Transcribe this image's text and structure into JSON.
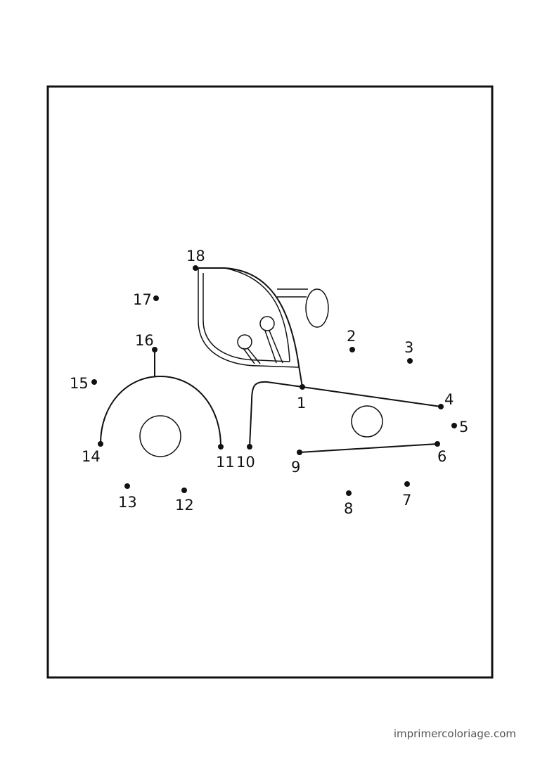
{
  "worksheet": {
    "dots": [
      {
        "n": "1"
      },
      {
        "n": "2"
      },
      {
        "n": "3"
      },
      {
        "n": "4"
      },
      {
        "n": "5"
      },
      {
        "n": "6"
      },
      {
        "n": "7"
      },
      {
        "n": "8"
      },
      {
        "n": "9"
      },
      {
        "n": "10"
      },
      {
        "n": "11"
      },
      {
        "n": "12"
      },
      {
        "n": "13"
      },
      {
        "n": "14"
      },
      {
        "n": "15"
      },
      {
        "n": "16"
      },
      {
        "n": "17"
      },
      {
        "n": "18"
      }
    ]
  },
  "footer": {
    "credit": "imprimercoloriage.com"
  }
}
